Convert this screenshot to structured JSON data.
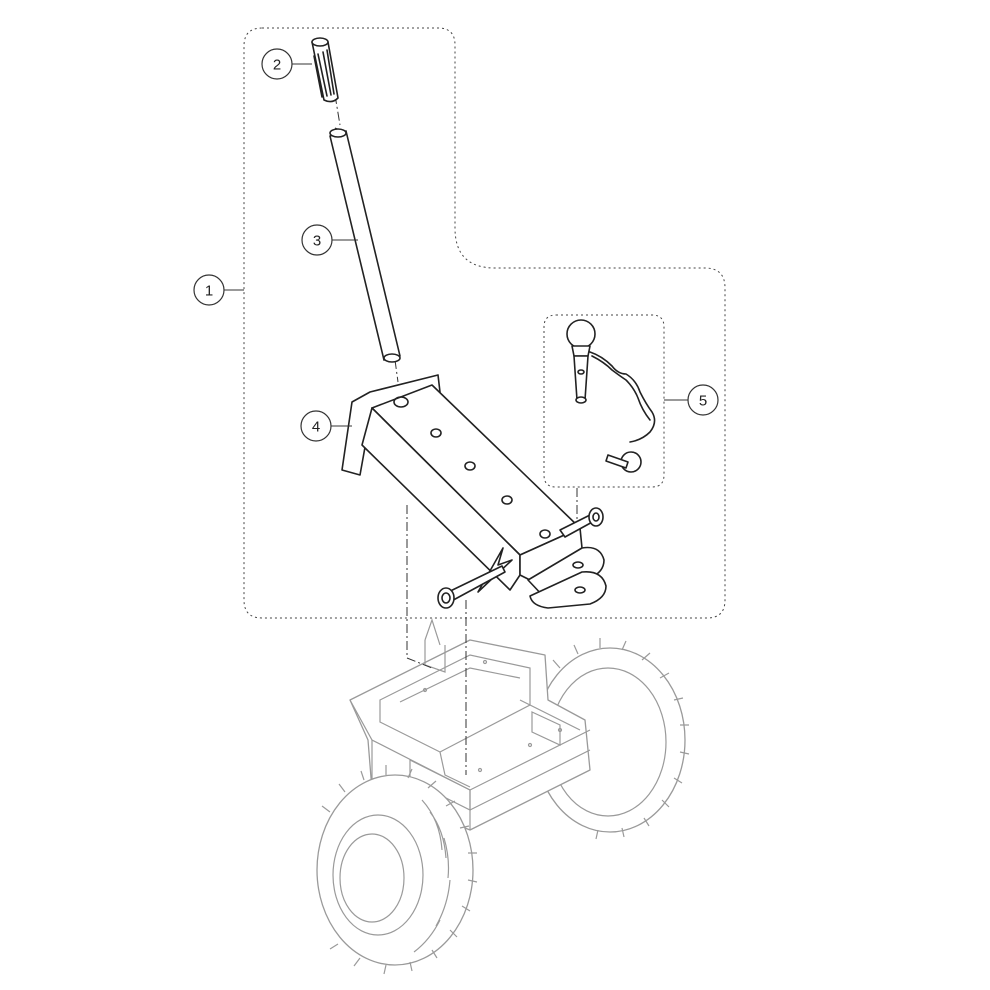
{
  "callouts": [
    {
      "label": "1"
    },
    {
      "label": "2"
    },
    {
      "label": "3"
    },
    {
      "label": "4"
    },
    {
      "label": "5"
    }
  ],
  "colors": {
    "ink": "#222222",
    "ghost": "#9a9a9a",
    "background": "#ffffff"
  }
}
